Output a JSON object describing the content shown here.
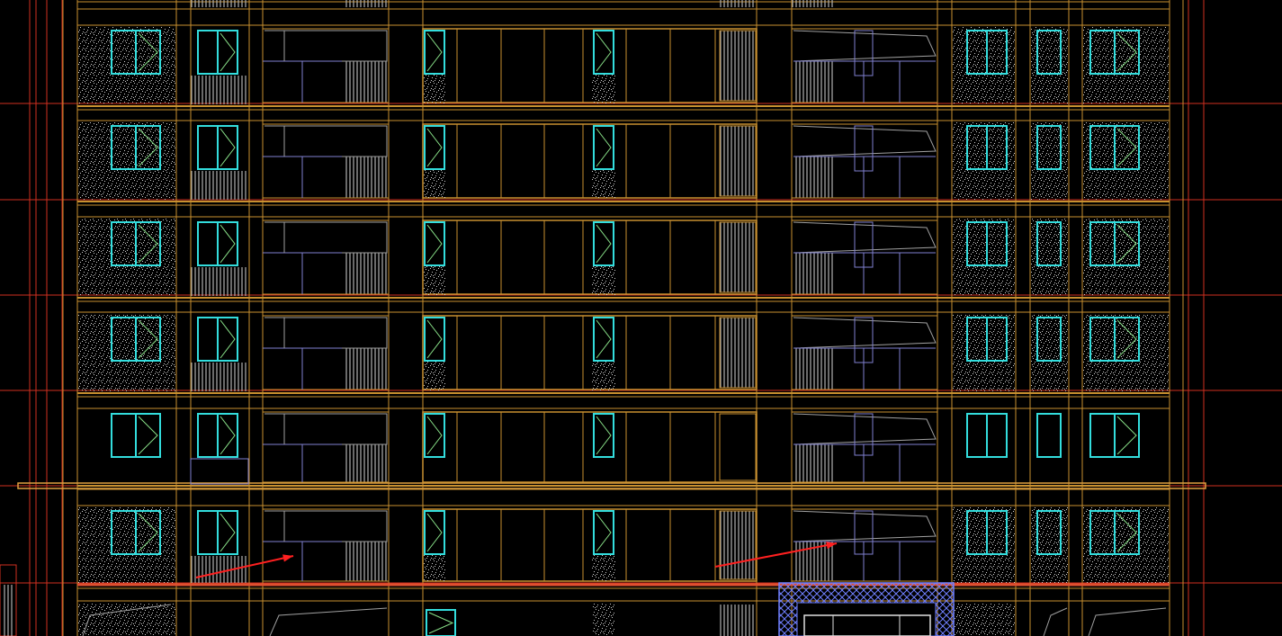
{
  "drawing": {
    "kind": "cad-building-elevation",
    "background": "#000000",
    "colors": {
      "axis": "#d03020",
      "wall": "#c89030",
      "wall_light": "#e0a040",
      "window": "#33dddd",
      "window_diag": "#88e088",
      "glass_rail": "#8080d0",
      "stipple": "#cfcfcf",
      "hatch": "#b0b0b0",
      "annotation_arrow": "#ff2020",
      "entrance_hatch": "#7080ff"
    },
    "storeys_visible": 7,
    "annotations": [
      {
        "name": "arrow-left",
        "text": ""
      },
      {
        "name": "arrow-right",
        "text": ""
      }
    ]
  }
}
